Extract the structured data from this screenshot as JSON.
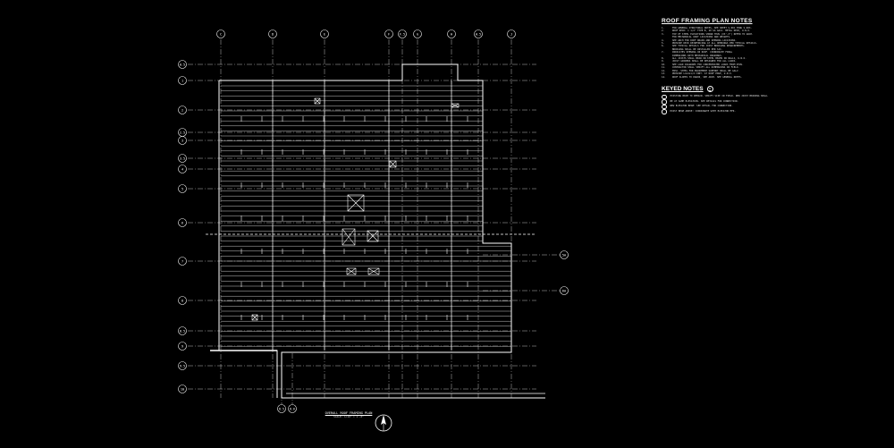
{
  "notes": {
    "title": "ROOF FRAMING PLAN NOTES",
    "items": [
      {
        "num": "1.",
        "text": "FOR GENERAL STRUCTURAL NOTES, SEE SHEET S-001 THRU S-003."
      },
      {
        "num": "2.",
        "text": "ROOF DECK: 1 1/2\" TYPE B, 20 GA GALV. METAL DECK, U.N.O."
      },
      {
        "num": "3.",
        "text": "TOP OF STEEL ELEVATIONS SHOWN THUS (XX'-X\") REFER TO ARCH."
      },
      {
        "num": "",
        "text": "FOR MECHANICAL UNIT LOCATIONS AND WEIGHTS."
      },
      {
        "num": "4.",
        "text": "SEE ARCH FOR ROOF DRAIN AND OPENING LOCATIONS."
      },
      {
        "num": "5.",
        "text": "PROVIDE DECK REINFORCING AT ALL OPENINGS PER TYPICAL DETAILS."
      },
      {
        "num": "6.",
        "text": "SEE TYPICAL DETAILS FOR JOIST BRIDGING REQUIREMENTS."
      },
      {
        "num": "",
        "text": "BRIDGING SHALL BE INSTALLED PER SJI."
      },
      {
        "num": "7.",
        "text": "INDICATES OPENING IN ROOF. COORDINATE FINAL"
      },
      {
        "num": "",
        "text": "DIMENSIONS WITH MECHANICAL DRAWINGS."
      },
      {
        "num": "8.",
        "text": "ALL JOISTS SHALL BEAR ON STEEL BEAMS OR WALLS, U.N.O."
      },
      {
        "num": "9.",
        "text": "JOIST GIRDERS SHALL BE DESIGNED FOR ALL LOADS."
      },
      {
        "num": "10.",
        "text": "SEE LOAD DIAGRAMS FOR CONCENTRATED LOADS FROM RTUS."
      },
      {
        "num": "11.",
        "text": "CONTRACTOR SHALL VERIFY ALL DIMENSIONS IN FIELD."
      },
      {
        "num": "12.",
        "text": "MISC. STEEL FOR EQUIPMENT SUPPORT SHALL BE GALV."
      },
      {
        "num": "13.",
        "text": "PROVIDE L4x4x1/4 CONT. AT ROOF EDGE, U.N.O."
      },
      {
        "num": "14.",
        "text": "ROOF SLOPES TO DRAIN, SEE ARCH. SEE GENERAL NOTES."
      }
    ]
  },
  "keyed_notes": {
    "title": "KEYED NOTES",
    "symbol": "#",
    "items": [
      {
        "text": "EXISTING BEAM TO REMAIN. VERIFY SIZE IN FIELD. NEW JOIST BEARING SHALL"
      },
      {
        "text": "BE AT SAME ELEVATION. SEE DETAILS FOR CONNECTION."
      },
      {
        "text": "NEW ELEVATOR BEAM: SEE DETAIL FOR CONNECTION."
      },
      {
        "text": "HOIST BEAM ABOVE: COORDINATE WITH ELEVATOR MFR."
      }
    ]
  },
  "grid": {
    "columns": [
      "C",
      "D",
      "E",
      "F",
      "F.5",
      "G",
      "H",
      "H.5",
      "J"
    ],
    "rows": [
      "0.5",
      "1",
      "2",
      "2.5",
      "3",
      "3.5",
      "4",
      "5",
      "6",
      "7",
      "8",
      "8.5",
      "9",
      "9.5",
      "10"
    ],
    "right_bubbles": [
      "5A",
      "6A"
    ],
    "bottom_bubbles": [
      "D.5",
      "D.6"
    ]
  },
  "title_block": {
    "title": "OVERALL ROOF FRAMING PLAN",
    "scale": "SCALE: 1/16\" = 1'-0\""
  },
  "colors": {
    "background": "#000000",
    "line": "#ffffff"
  }
}
